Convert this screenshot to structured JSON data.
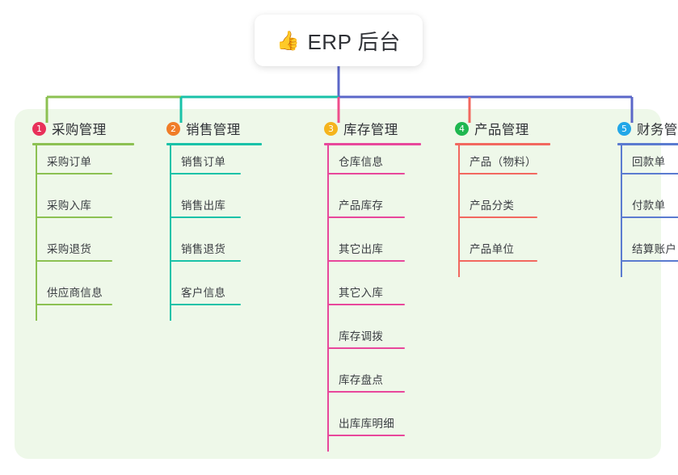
{
  "root": {
    "icon": "thumbs-up-icon",
    "icon_glyph": "👍",
    "title": "ERP 后台"
  },
  "theme": {
    "panel_bg": "#eef8e9",
    "card_bg": "#ffffff",
    "text": "#2f3136",
    "sub_text": "#3a3d42",
    "trunk_color": "#5b67c8"
  },
  "columns": [
    {
      "index": "1",
      "title": "采购管理",
      "badge_color": "#e8315a",
      "accent": "#8cc152",
      "drop_color": "#8cc152",
      "items": [
        "采购订单",
        "采购入库",
        "采购退货",
        "供应商信息"
      ]
    },
    {
      "index": "2",
      "title": "销售管理",
      "badge_color": "#f07d28",
      "accent": "#19c2a8",
      "drop_color": "#19c2a8",
      "items": [
        "销售订单",
        "销售出库",
        "销售退货",
        "客户信息"
      ]
    },
    {
      "index": "3",
      "title": "库存管理",
      "badge_color": "#f5b41d",
      "accent": "#e8479b",
      "drop_color": "#ef4e8c",
      "items": [
        "仓库信息",
        "产品库存",
        "其它出库",
        "其它入库",
        "库存调拨",
        "库存盘点",
        "出库库明细"
      ]
    },
    {
      "index": "4",
      "title": "产品管理",
      "badge_color": "#1fb750",
      "accent": "#f2685f",
      "drop_color": "#f2685f",
      "items": [
        "产品（物料）",
        "产品分类",
        "产品单位"
      ]
    },
    {
      "index": "5",
      "title": "财务管理",
      "badge_color": "#22a7e8",
      "accent": "#5b7bd0",
      "drop_color": "#5b67c8",
      "items": [
        "回款单",
        "付款单",
        "结算账户"
      ]
    }
  ],
  "connectors": {
    "bar_segments": [
      {
        "name": "segment-green",
        "color": "#8cc152"
      },
      {
        "name": "segment-teal",
        "color": "#19c2a8"
      },
      {
        "name": "segment-blue",
        "color": "#5b67c8"
      }
    ]
  }
}
